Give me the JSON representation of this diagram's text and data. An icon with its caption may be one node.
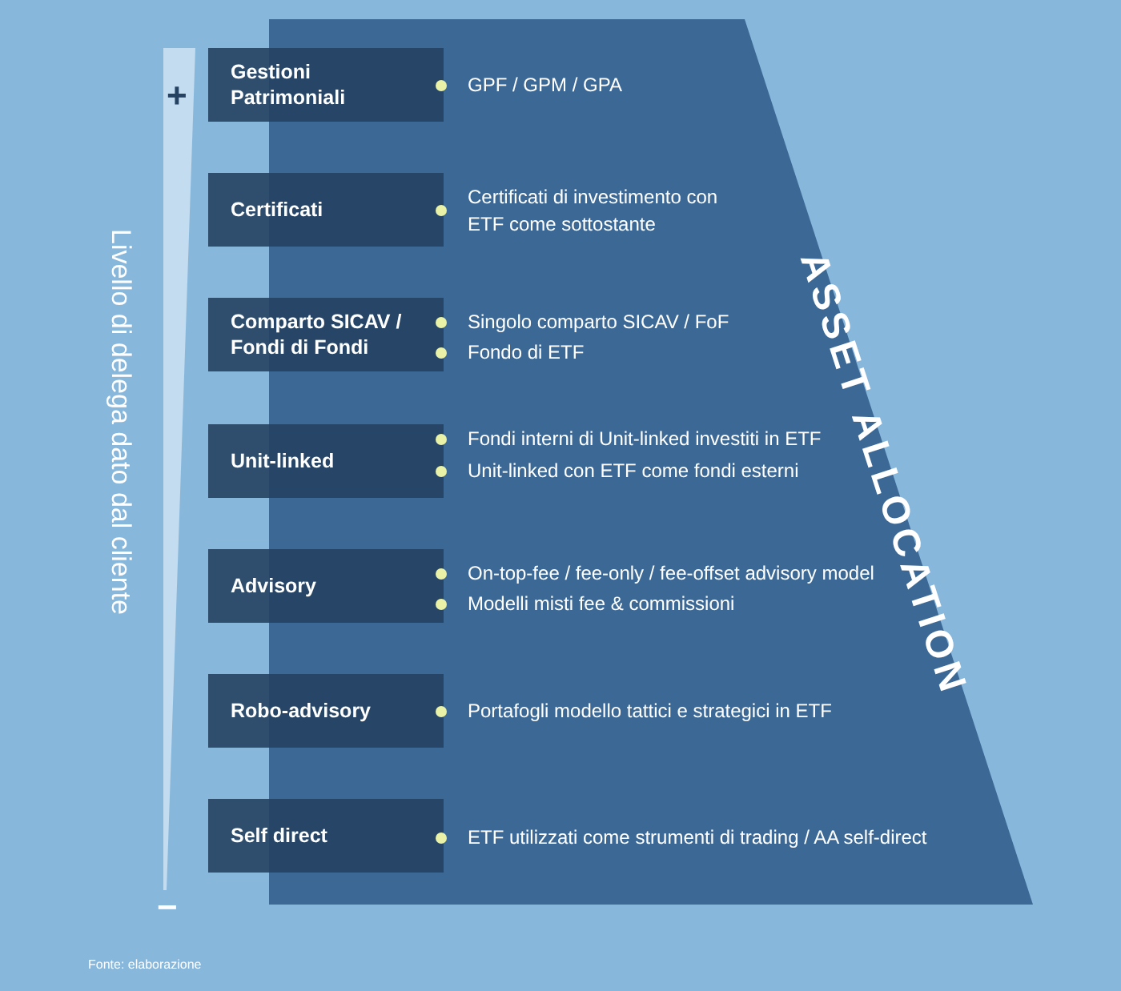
{
  "diagram": {
    "nodes": [
      {
        "text": [
          "ASSET ALLOCATION"
        ]
      },
      {
        "text": [
          "Gestioni Patrimoniali"
        ]
      },
      {
        "text": [
          "Certificati"
        ]
      },
      {
        "text": [
          "Comparto SICAV / Fondi di Fondi"
        ]
      },
      {
        "text": [
          "Unit-linked"
        ]
      },
      {
        "text": [
          "Advisory"
        ]
      },
      {
        "text": [
          "Robo-advisory"
        ]
      },
      {
        "text": [
          "Self direct"
        ]
      }
    ],
    "labels": [
      "+",
      "Livello di delega dato dal cliente",
      "GPF / GPM / GPA",
      "Certificati di investimento con ETF come sottostante",
      "Singolo comparto SICAV / FoF",
      "Fondo di ETF",
      "Fondi interni di Unit-linked investiti in ETF",
      "Unit-linked con ETF come fondi esterni",
      "On-top-fee / fee-only / fee-offset advisory model",
      "Modelli misti fee & commissioni",
      "Portafogli modello tattici e strategici in ETF",
      "ETF utilizzati come strumenti di trading / AA self-direct",
      "−",
      "Fonte: elaborazione"
    ]
  }
}
